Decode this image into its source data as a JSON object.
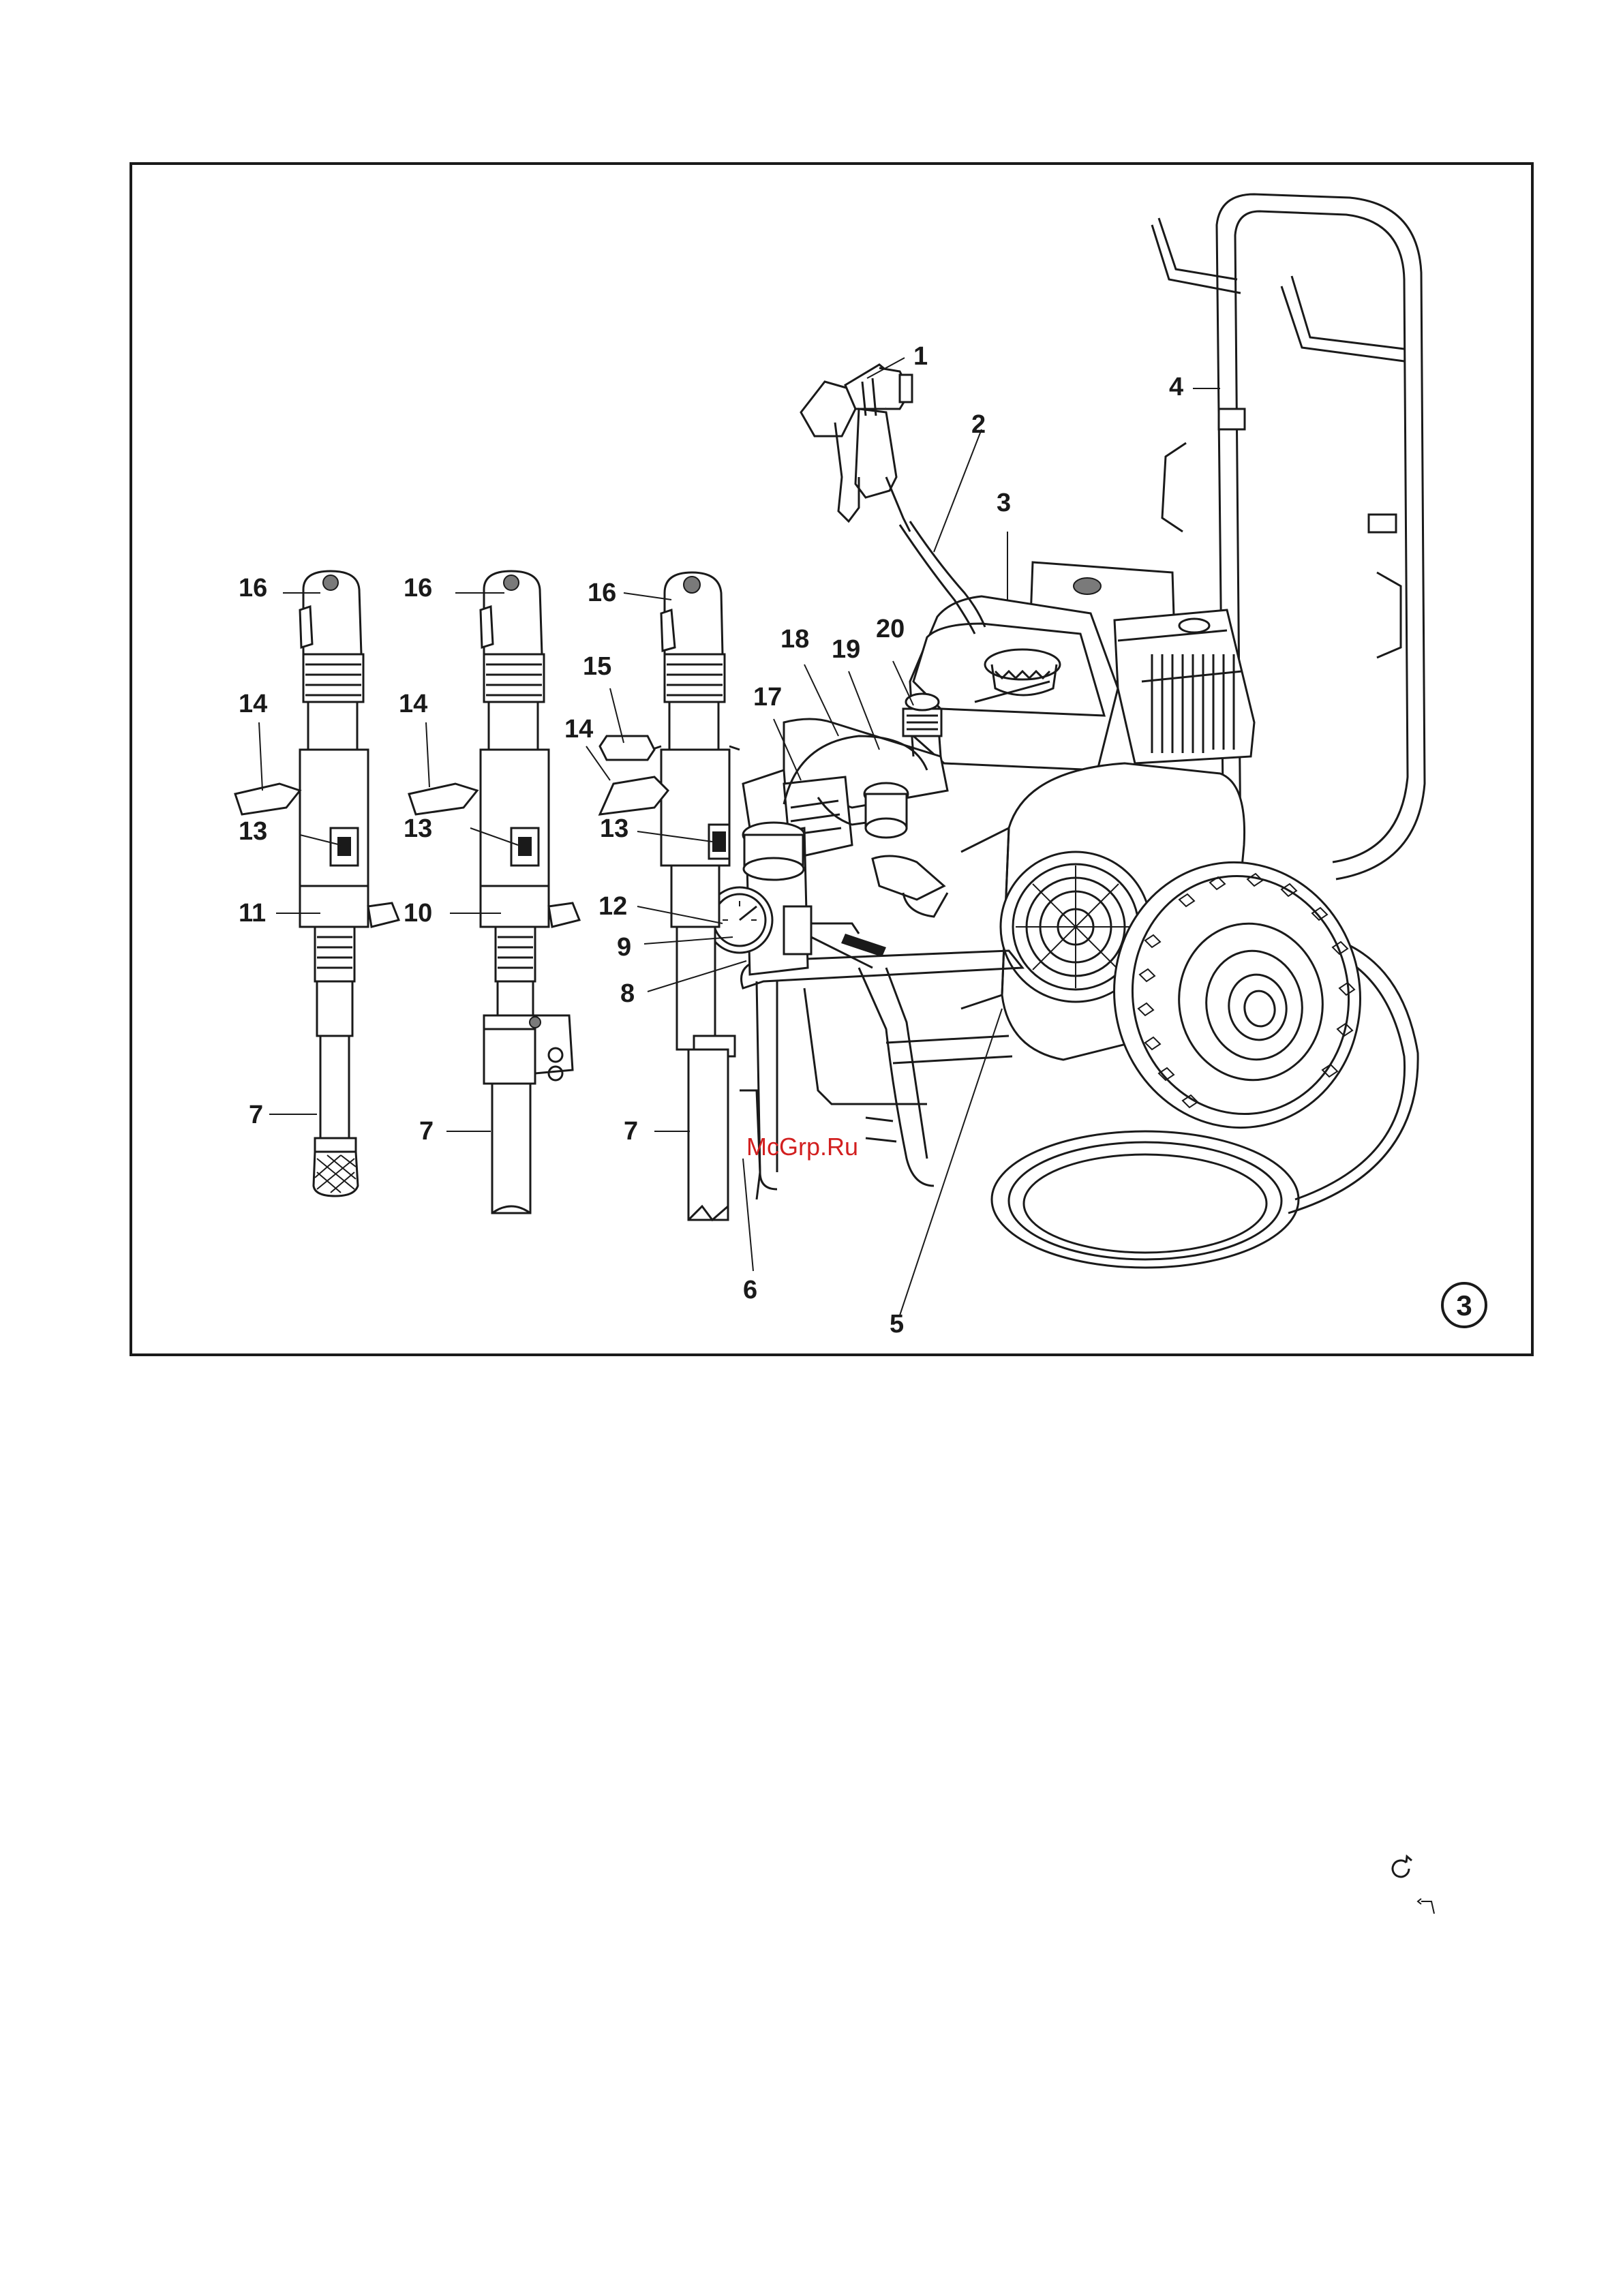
{
  "figure": {
    "number": "3",
    "watermark": "McGrp.Ru"
  },
  "callouts": [
    {
      "id": "c1",
      "text": "1"
    },
    {
      "id": "c2",
      "text": "2"
    },
    {
      "id": "c3",
      "text": "3"
    },
    {
      "id": "c4",
      "text": "4"
    },
    {
      "id": "c5",
      "text": "5"
    },
    {
      "id": "c6",
      "text": "6"
    },
    {
      "id": "c7a",
      "text": "7"
    },
    {
      "id": "c7b",
      "text": "7"
    },
    {
      "id": "c7c",
      "text": "7"
    },
    {
      "id": "c8",
      "text": "8"
    },
    {
      "id": "c9",
      "text": "9"
    },
    {
      "id": "c10",
      "text": "10"
    },
    {
      "id": "c11",
      "text": "11"
    },
    {
      "id": "c12",
      "text": "12"
    },
    {
      "id": "c13a",
      "text": "13"
    },
    {
      "id": "c13b",
      "text": "13"
    },
    {
      "id": "c13c",
      "text": "13"
    },
    {
      "id": "c14a",
      "text": "14"
    },
    {
      "id": "c14b",
      "text": "14"
    },
    {
      "id": "c14c",
      "text": "14"
    },
    {
      "id": "c15",
      "text": "15"
    },
    {
      "id": "c16a",
      "text": "16"
    },
    {
      "id": "c16b",
      "text": "16"
    },
    {
      "id": "c16c",
      "text": "16"
    },
    {
      "id": "c17",
      "text": "17"
    },
    {
      "id": "c18",
      "text": "18"
    },
    {
      "id": "c19",
      "text": "19"
    },
    {
      "id": "c20",
      "text": "20"
    }
  ]
}
